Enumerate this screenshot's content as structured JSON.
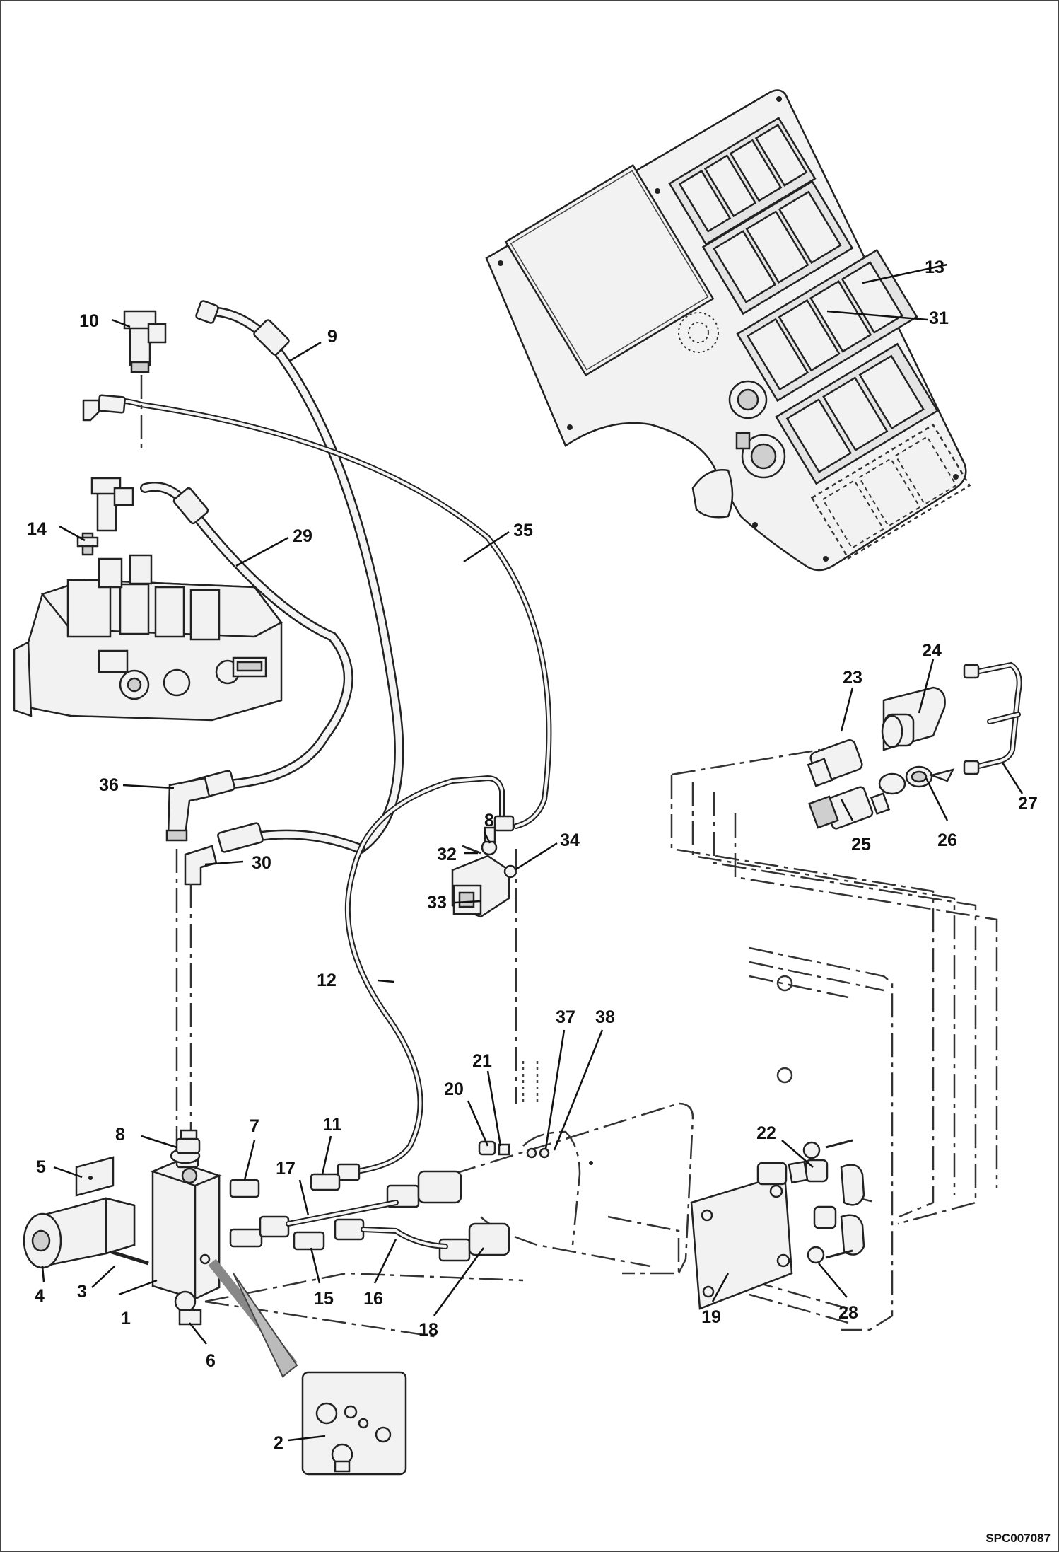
{
  "diagram": {
    "reference_code": "SPC007087",
    "callouts": [
      {
        "id": "c1",
        "label": "1"
      },
      {
        "id": "c2",
        "label": "2"
      },
      {
        "id": "c3",
        "label": "3"
      },
      {
        "id": "c4",
        "label": "4"
      },
      {
        "id": "c5",
        "label": "5"
      },
      {
        "id": "c6",
        "label": "6"
      },
      {
        "id": "c7",
        "label": "7"
      },
      {
        "id": "c8a",
        "label": "8"
      },
      {
        "id": "c8b",
        "label": "8"
      },
      {
        "id": "c9",
        "label": "9"
      },
      {
        "id": "c10",
        "label": "10"
      },
      {
        "id": "c11",
        "label": "11"
      },
      {
        "id": "c12",
        "label": "12"
      },
      {
        "id": "c13",
        "label": "13"
      },
      {
        "id": "c14",
        "label": "14"
      },
      {
        "id": "c15",
        "label": "15"
      },
      {
        "id": "c16",
        "label": "16"
      },
      {
        "id": "c17",
        "label": "17"
      },
      {
        "id": "c18",
        "label": "18"
      },
      {
        "id": "c19",
        "label": "19"
      },
      {
        "id": "c20",
        "label": "20"
      },
      {
        "id": "c21",
        "label": "21"
      },
      {
        "id": "c22",
        "label": "22"
      },
      {
        "id": "c23",
        "label": "23"
      },
      {
        "id": "c24",
        "label": "24"
      },
      {
        "id": "c25",
        "label": "25"
      },
      {
        "id": "c26",
        "label": "26"
      },
      {
        "id": "c27",
        "label": "27"
      },
      {
        "id": "c28",
        "label": "28"
      },
      {
        "id": "c29",
        "label": "29"
      },
      {
        "id": "c30",
        "label": "30"
      },
      {
        "id": "c31",
        "label": "31"
      },
      {
        "id": "c32",
        "label": "32"
      },
      {
        "id": "c33",
        "label": "33"
      },
      {
        "id": "c34",
        "label": "34"
      },
      {
        "id": "c35",
        "label": "35"
      },
      {
        "id": "c36",
        "label": "36"
      },
      {
        "id": "c37",
        "label": "37"
      },
      {
        "id": "c38",
        "label": "38"
      }
    ]
  }
}
